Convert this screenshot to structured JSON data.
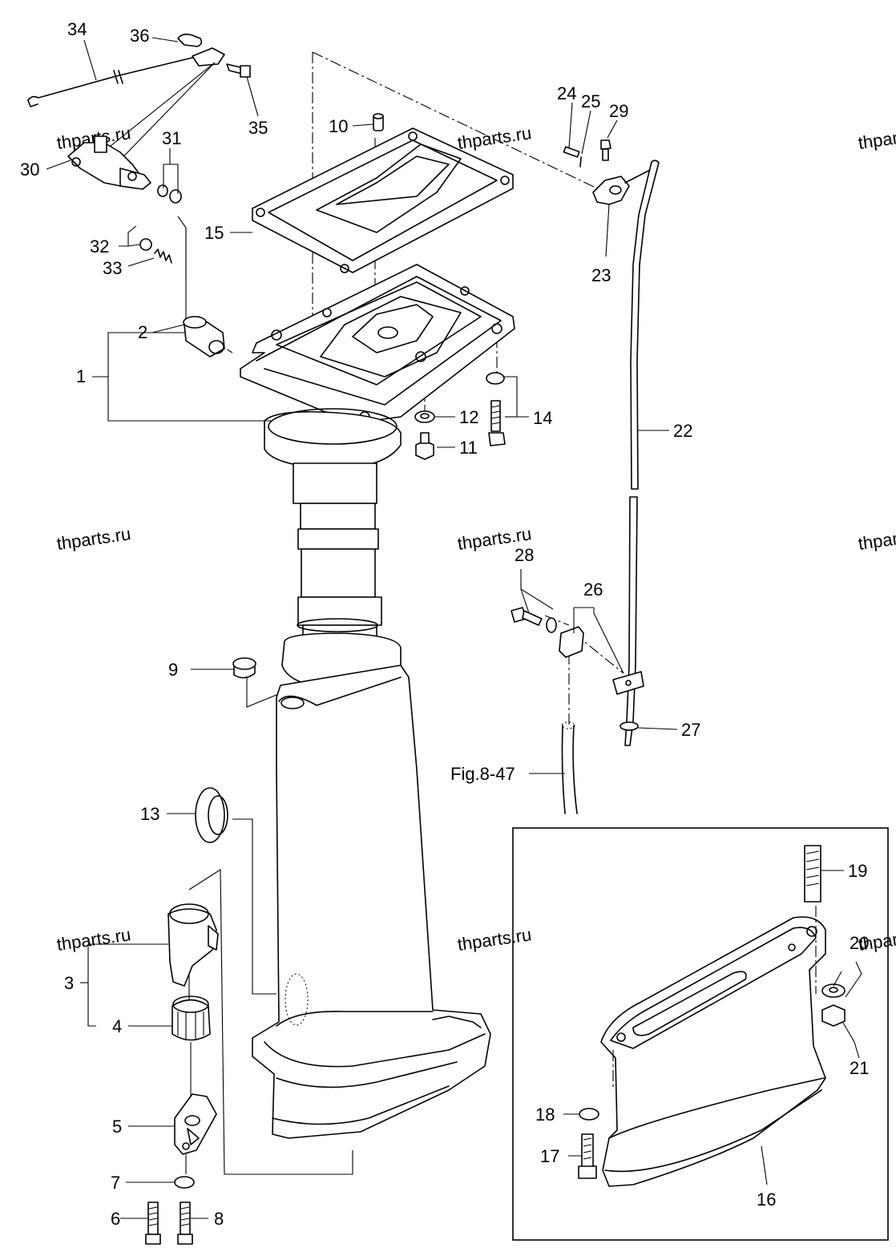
{
  "watermark": "thparts.ru",
  "figure_reference": "Fig.8-47",
  "callouts": {
    "p1": "1",
    "p2": "2",
    "p3": "3",
    "p4": "4",
    "p5": "5",
    "p6": "6",
    "p7": "7",
    "p8": "8",
    "p9": "9",
    "p10": "10",
    "p11": "11",
    "p12": "12",
    "p13": "13",
    "p14": "14",
    "p15": "15",
    "p16": "16",
    "p17": "17",
    "p18": "18",
    "p19": "19",
    "p20": "20",
    "p21": "21",
    "p22": "22",
    "p23": "23",
    "p24": "24",
    "p25": "25",
    "p26": "26",
    "p27": "27",
    "p28": "28",
    "p29": "29",
    "p30": "30",
    "p31": "31",
    "p32": "32",
    "p33": "33",
    "p34": "34",
    "p35": "35",
    "p36": "36"
  }
}
